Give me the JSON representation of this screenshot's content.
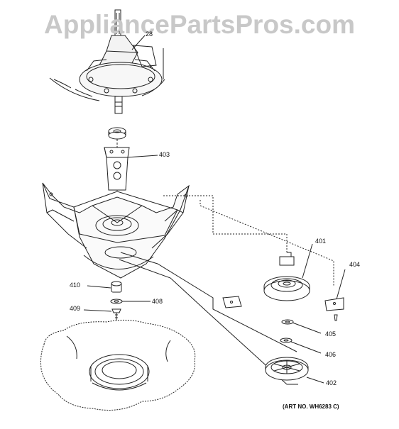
{
  "watermark": "AppliancePartsPros.com",
  "art_number": "(ART NO. WH6283 C)",
  "callouts": {
    "c28": "28",
    "c403": "403",
    "c401": "401",
    "c404": "404",
    "c410": "410",
    "c408": "408",
    "c409": "409",
    "c405": "405",
    "c406": "406",
    "c402": "402"
  },
  "colors": {
    "line": "#222222",
    "watermark": "#c8c8c8",
    "background": "#ffffff"
  }
}
